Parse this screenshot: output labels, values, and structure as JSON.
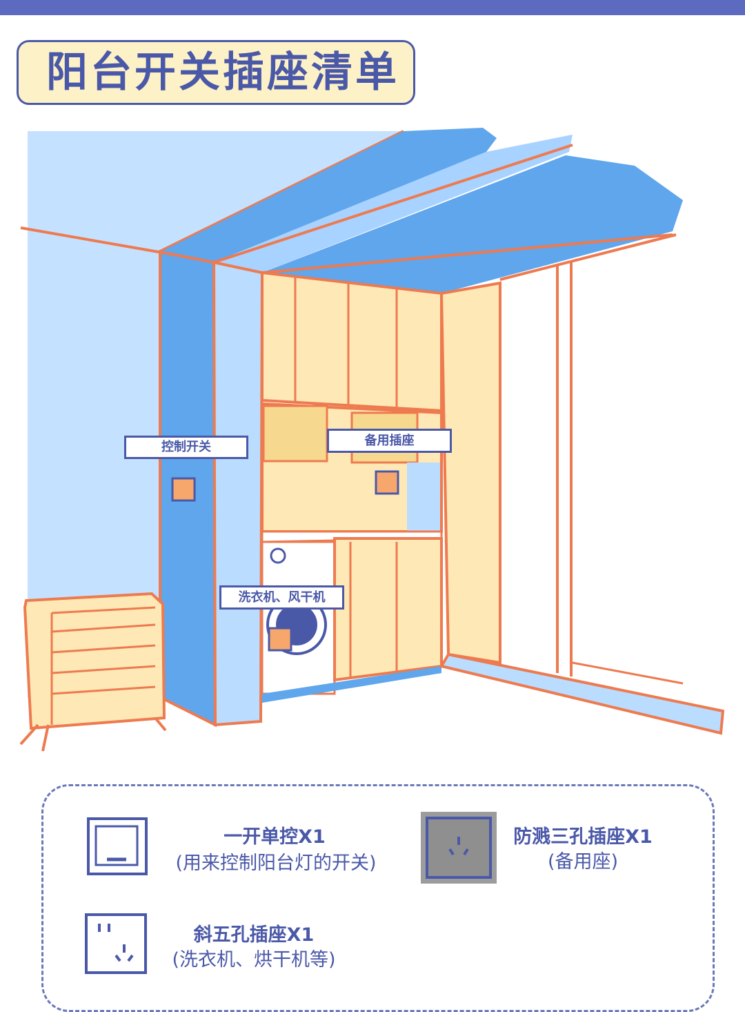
{
  "title": "阳台开关插座清单",
  "labels": {
    "switch": "控制开关",
    "spare": "备用插座",
    "washer": "洗衣机、风干机"
  },
  "legend": [
    {
      "title": "一开单控X1",
      "subtitle": "(用来控制阳台灯的开关)",
      "icon": "single-switch-icon"
    },
    {
      "title": "防溅三孔插座X1",
      "subtitle": "(备用座)",
      "icon": "splash-proof-socket-icon"
    },
    {
      "title": "斜五孔插座X1",
      "subtitle": "(洗衣机、烘干机等)",
      "icon": "five-hole-socket-icon"
    }
  ],
  "colors": {
    "accent": "#4a58a8",
    "wall": "#b9dcff",
    "beam": "#5fa6ec",
    "cabinet": "#fde8b6",
    "outline": "#ee7a4f"
  }
}
